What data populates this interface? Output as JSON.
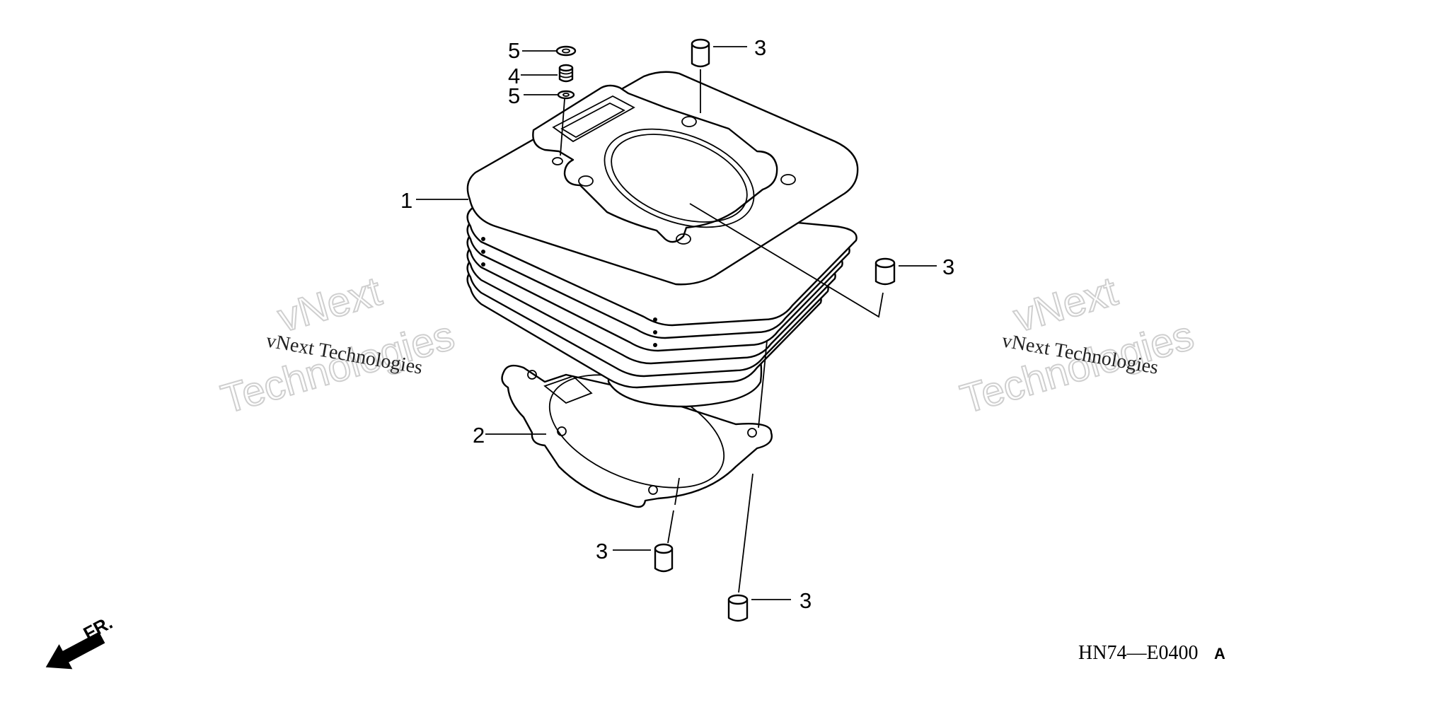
{
  "callouts": {
    "cylinder": "1",
    "gasket": "2",
    "dowel_top": "3",
    "dowel_right": "3",
    "dowel_bottom_left": "3",
    "dowel_bottom_right": "3",
    "washer_upper": "5",
    "nipple": "4",
    "washer_lower": "5"
  },
  "front_label": "FR.",
  "diagram_code": "HN74—E0400",
  "diagram_code_suffix": "A",
  "watermarks": {
    "left_brand": "vNext",
    "left_caption": "vNext Technologies",
    "left_outline": "Technologies",
    "right_brand": "vNext",
    "right_caption": "vNext Technologies",
    "right_outline": "Technologies"
  }
}
